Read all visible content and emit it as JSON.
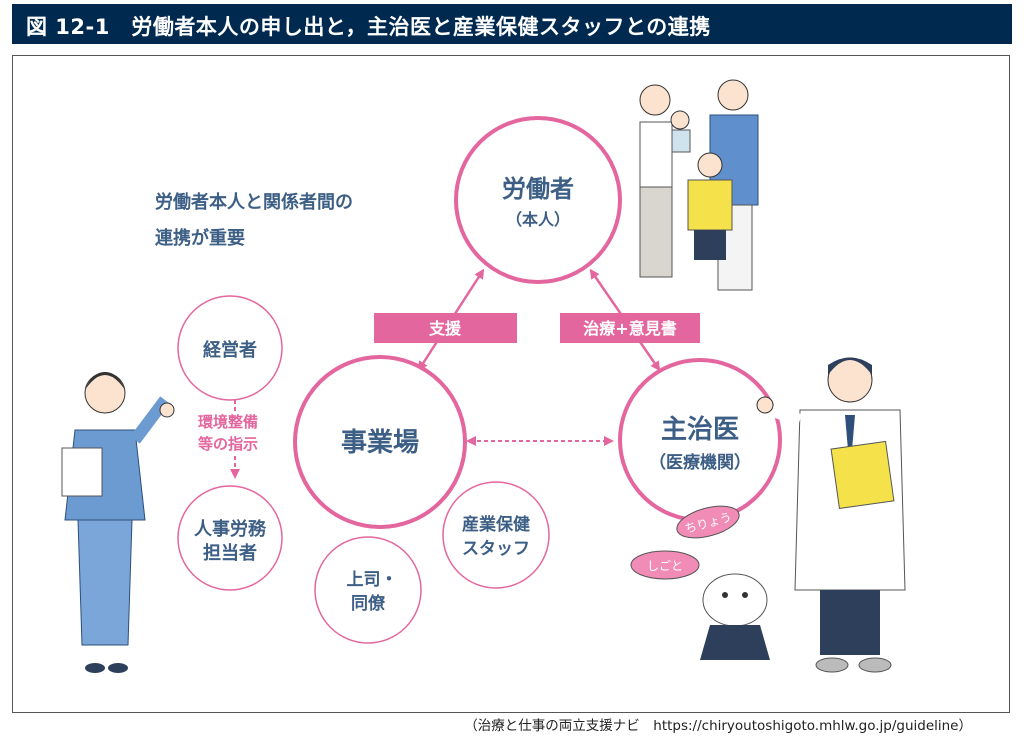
{
  "title": "図 12-1　労働者本人の申し出と，主治医と産業保健スタッフとの連携",
  "lead_text": [
    "労働者本人と関係者間の",
    "連携が重要"
  ],
  "nodes": {
    "worker": [
      "労働者",
      "（本人）"
    ],
    "workplace": "事業場",
    "doctor": [
      "主治医",
      "（医療機関）"
    ],
    "management": "経営者",
    "hr": [
      "人事労務",
      "担当者"
    ],
    "boss": [
      "上司・",
      "同僚"
    ],
    "ohs": [
      "産業保健",
      "スタッフ"
    ]
  },
  "labels": {
    "support": "支援",
    "treatment": "治療+意見書",
    "instruction": [
      "環境整備",
      "等の指示"
    ]
  },
  "mascot_text": [
    "ちりょう",
    "しごと"
  ],
  "footer": "（治療と仕事の両立支援ナビ　https://chiryoutoshigoto.mhlw.go.jp/guideline）",
  "colors": {
    "header": "#00294f",
    "accent": "#e4669e",
    "text": "#3d5f86"
  }
}
